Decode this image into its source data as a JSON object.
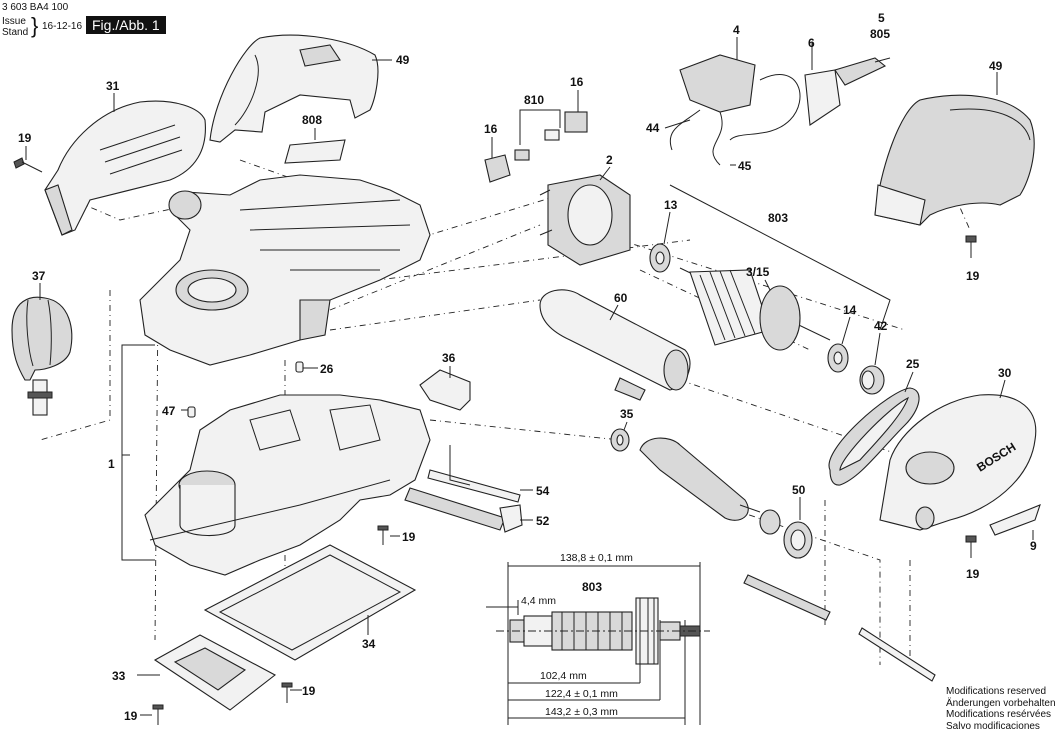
{
  "header": {
    "doc_number": "3 603 BA4 100",
    "issue_label": "Issue",
    "stand_label": "Stand",
    "date": "16-12-16",
    "figure_label": "Fig./Abb. 1"
  },
  "part_labels": [
    {
      "id": "p31",
      "text": "31"
    },
    {
      "id": "p49a",
      "text": "49"
    },
    {
      "id": "p808",
      "text": "808"
    },
    {
      "id": "p19a",
      "text": "19"
    },
    {
      "id": "p37",
      "text": "37"
    },
    {
      "id": "p1",
      "text": "1"
    },
    {
      "id": "p26",
      "text": "26"
    },
    {
      "id": "p47",
      "text": "47"
    },
    {
      "id": "p36",
      "text": "36"
    },
    {
      "id": "p54",
      "text": "54"
    },
    {
      "id": "p52",
      "text": "52"
    },
    {
      "id": "p19b",
      "text": "19"
    },
    {
      "id": "p34",
      "text": "34"
    },
    {
      "id": "p33",
      "text": "33"
    },
    {
      "id": "p19c",
      "text": "19"
    },
    {
      "id": "p19d",
      "text": "19"
    },
    {
      "id": "p810",
      "text": "810"
    },
    {
      "id": "p16a",
      "text": "16"
    },
    {
      "id": "p16b",
      "text": "16"
    },
    {
      "id": "p4",
      "text": "4"
    },
    {
      "id": "p5",
      "text": "5"
    },
    {
      "id": "p805",
      "text": "805"
    },
    {
      "id": "p6",
      "text": "6"
    },
    {
      "id": "p44",
      "text": "44"
    },
    {
      "id": "p45",
      "text": "45"
    },
    {
      "id": "p49b",
      "text": "49"
    },
    {
      "id": "p19e",
      "text": "19"
    },
    {
      "id": "p2",
      "text": "2"
    },
    {
      "id": "p13",
      "text": "13"
    },
    {
      "id": "p803a",
      "text": "803"
    },
    {
      "id": "p315",
      "text": "3/15"
    },
    {
      "id": "p14",
      "text": "14"
    },
    {
      "id": "p42",
      "text": "42"
    },
    {
      "id": "p60",
      "text": "60"
    },
    {
      "id": "p25",
      "text": "25"
    },
    {
      "id": "p30",
      "text": "30"
    },
    {
      "id": "p35",
      "text": "35"
    },
    {
      "id": "p50",
      "text": "50"
    },
    {
      "id": "p9",
      "text": "9"
    },
    {
      "id": "p19f",
      "text": "19"
    },
    {
      "id": "p803b",
      "text": "803"
    }
  ],
  "dimensions": {
    "overall_top": "138,8 ± 0,1 mm",
    "left_offset": "4,4 mm",
    "d1": "102,4 mm",
    "d2": "122,4 ± 0,1 mm",
    "d3": "143,2 ± 0,3 mm"
  },
  "notes": [
    "Modifications reserved",
    "Änderungen vorbehalten",
    "Modifications resérvées",
    "Salvo modificaciones"
  ],
  "brand_mark": "BOSCH"
}
